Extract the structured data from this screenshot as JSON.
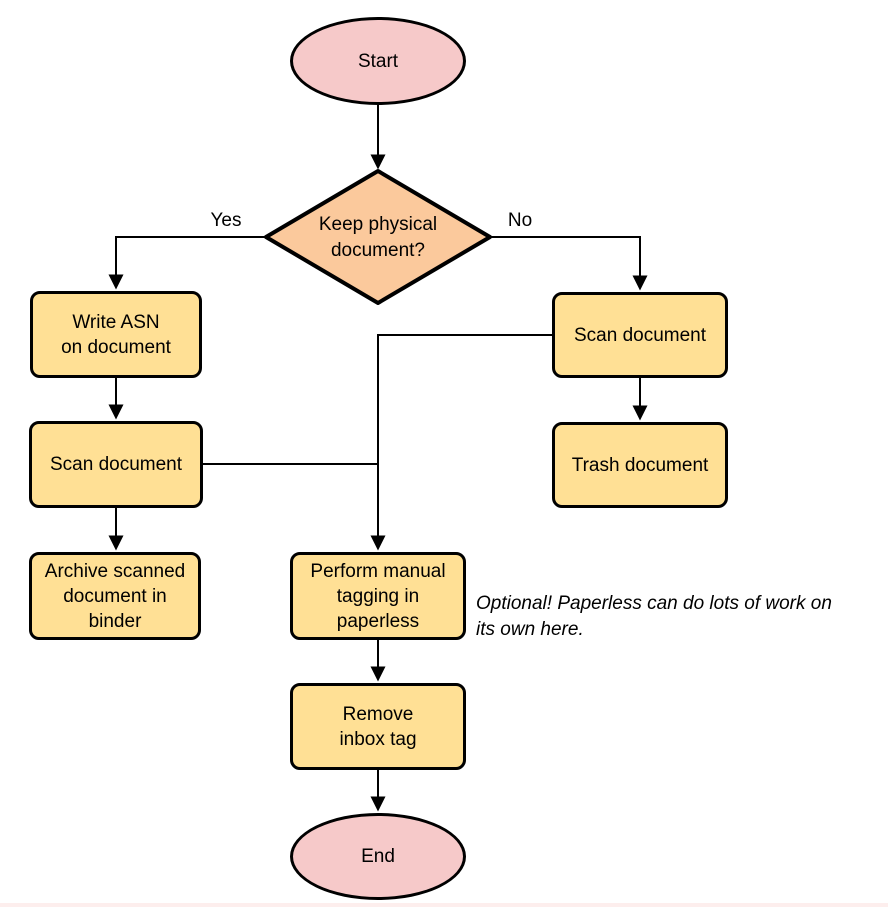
{
  "colors": {
    "background": "#ffffff",
    "stroke": "#000000",
    "terminator_fill": "#f6c9c9",
    "decision_fill": "#fbc99c",
    "process_fill": "#ffe095",
    "bottom_edge": "#fdeeed"
  },
  "flowchart": {
    "nodes": {
      "start": {
        "label": "Start"
      },
      "decision": {
        "label": "Keep physical\ndocument?"
      },
      "write_asn": {
        "label": "Write ASN\non document"
      },
      "scan_left": {
        "label": "Scan document"
      },
      "archive": {
        "label": "Archive scanned\ndocument in\nbinder"
      },
      "scan_right": {
        "label": "Scan document"
      },
      "trash": {
        "label": "Trash document"
      },
      "tagging": {
        "label": "Perform manual\ntagging in\npaperless"
      },
      "remove_inbox": {
        "label": "Remove\ninbox tag"
      },
      "end": {
        "label": "End"
      }
    },
    "edge_labels": {
      "yes": "Yes",
      "no": "No"
    },
    "annotation": "Optional! Paperless can do lots of work on\nits own here."
  }
}
